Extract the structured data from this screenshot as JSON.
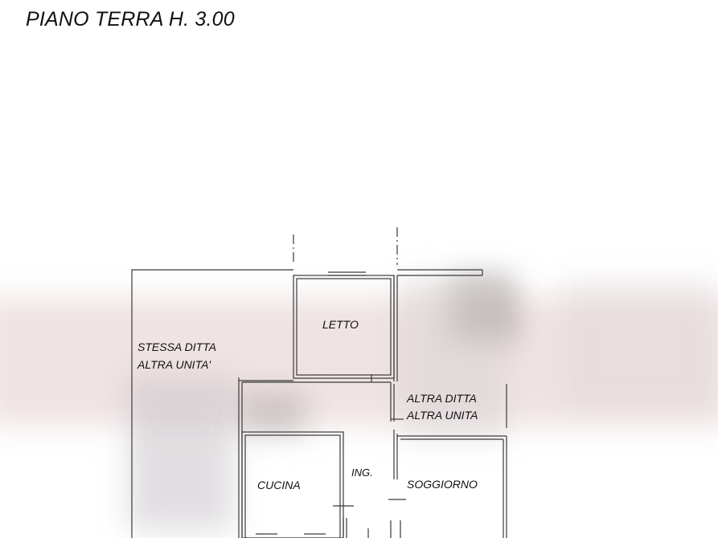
{
  "title": "PIANO TERRA H. 3.00",
  "rooms": {
    "letto": "LETTO",
    "stessa_ditta": "STESSA DITTA",
    "altra_unita_left": "ALTRA UNITA'",
    "altra_ditta": "ALTRA DITTA",
    "altra_unita_right": "ALTRA UNITA",
    "cucina": "CUCINA",
    "ingresso": "ING.",
    "soggiorno": "SOGGIORNO"
  },
  "colors": {
    "line": "#3a3a3a",
    "watermark": "#c9a0a0"
  }
}
